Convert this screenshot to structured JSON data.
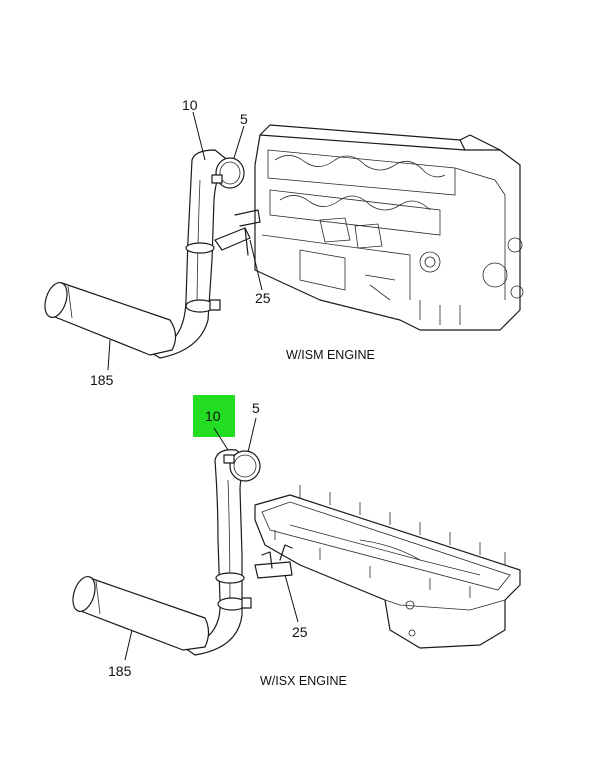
{
  "top_view": {
    "caption": "W/ISM ENGINE",
    "callouts": {
      "pipe": "10",
      "clamp": "5",
      "bracket": "25",
      "tube": "185"
    }
  },
  "bottom_view": {
    "caption": "W/ISX ENGINE",
    "callouts": {
      "pipe": "10",
      "clamp": "5",
      "bracket": "25",
      "tube": "185"
    },
    "highlight_color": "#22dd22"
  }
}
